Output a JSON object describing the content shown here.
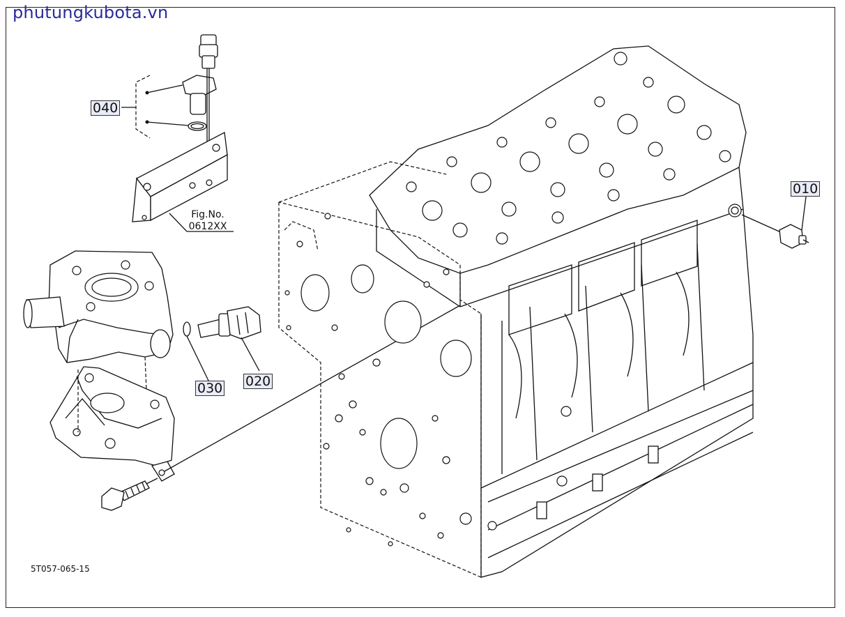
{
  "watermark": "phutungkubota.vn",
  "callouts": {
    "c010": "010",
    "c020": "020",
    "c030": "030",
    "c040": "040"
  },
  "figure_reference": {
    "label": "Fig.No.",
    "number": "0612XX"
  },
  "drawing_code": "5T057-065-15",
  "colors": {
    "watermark": "#2a2a9c",
    "callout_background": "#e9ecf7",
    "line": "#111111"
  }
}
